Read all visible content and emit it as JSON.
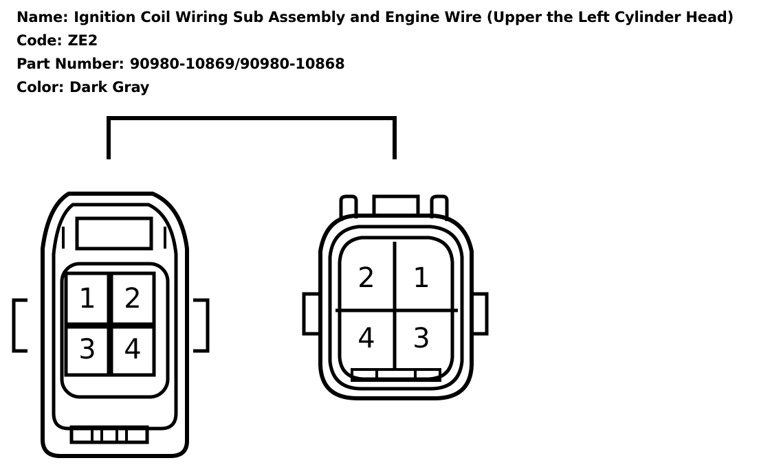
{
  "info": {
    "name_label": "Name:",
    "name_value": "Ignition Coil Wiring Sub Assembly and Engine Wire (Upper the Left Cylinder Head)",
    "code_label": "Code:",
    "code_value": "ZE2",
    "part_label": "Part Number:",
    "part_value": "90980-10869/90980-10868",
    "color_label": "Color:",
    "color_value": "Dark Gray"
  },
  "left_connector": {
    "pins": [
      "1",
      "2",
      "3",
      "4"
    ]
  },
  "right_connector": {
    "pins": [
      "2",
      "1",
      "4",
      "3"
    ]
  },
  "colors": {
    "line": "#000000",
    "background": "#ffffff"
  }
}
